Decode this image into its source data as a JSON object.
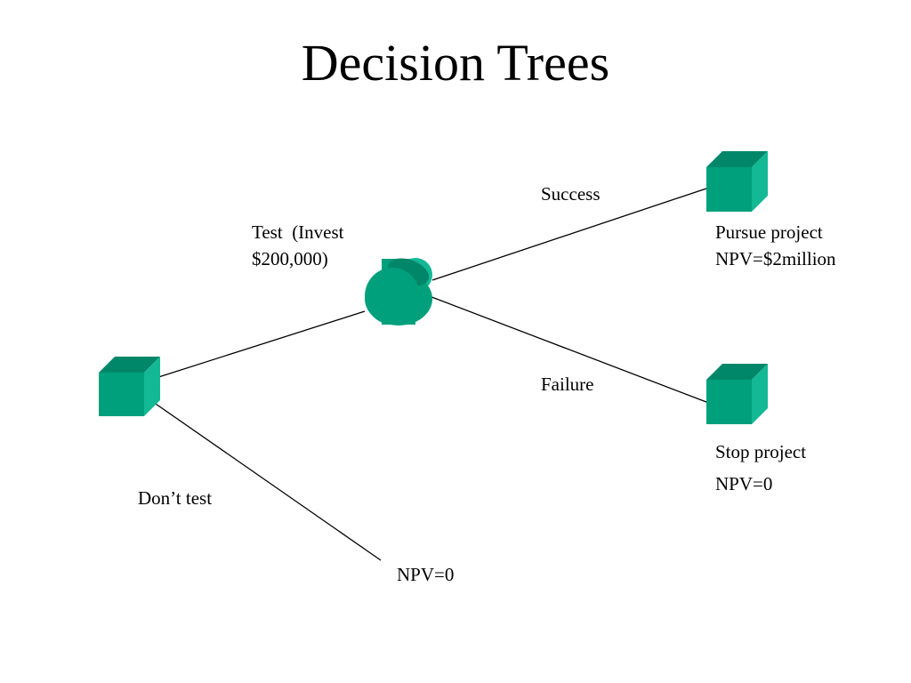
{
  "slide": {
    "title": "Decision Trees"
  },
  "diagram": {
    "colors": {
      "node_front": "#00a07c",
      "node_top": "#00876a",
      "node_side": "#13b894",
      "edge": "#000000"
    },
    "nodes": {
      "decision_root": {
        "shape": "square",
        "meaning": "decision"
      },
      "chance_test": {
        "shape": "cylinder",
        "meaning": "chance"
      },
      "end_success": {
        "shape": "square",
        "meaning": "decision"
      },
      "end_failure": {
        "shape": "square",
        "meaning": "decision"
      }
    },
    "labels": {
      "test_line1": "Test  (Invest",
      "test_line2": "$200,000)",
      "dont_test": "Don’t test",
      "dont_test_outcome": "NPV=0",
      "success": "Success",
      "failure": "Failure",
      "success_line1": "Pursue project",
      "success_line2": "NPV=$2million",
      "failure_line1": "Stop project",
      "failure_line2": "NPV=0"
    }
  }
}
